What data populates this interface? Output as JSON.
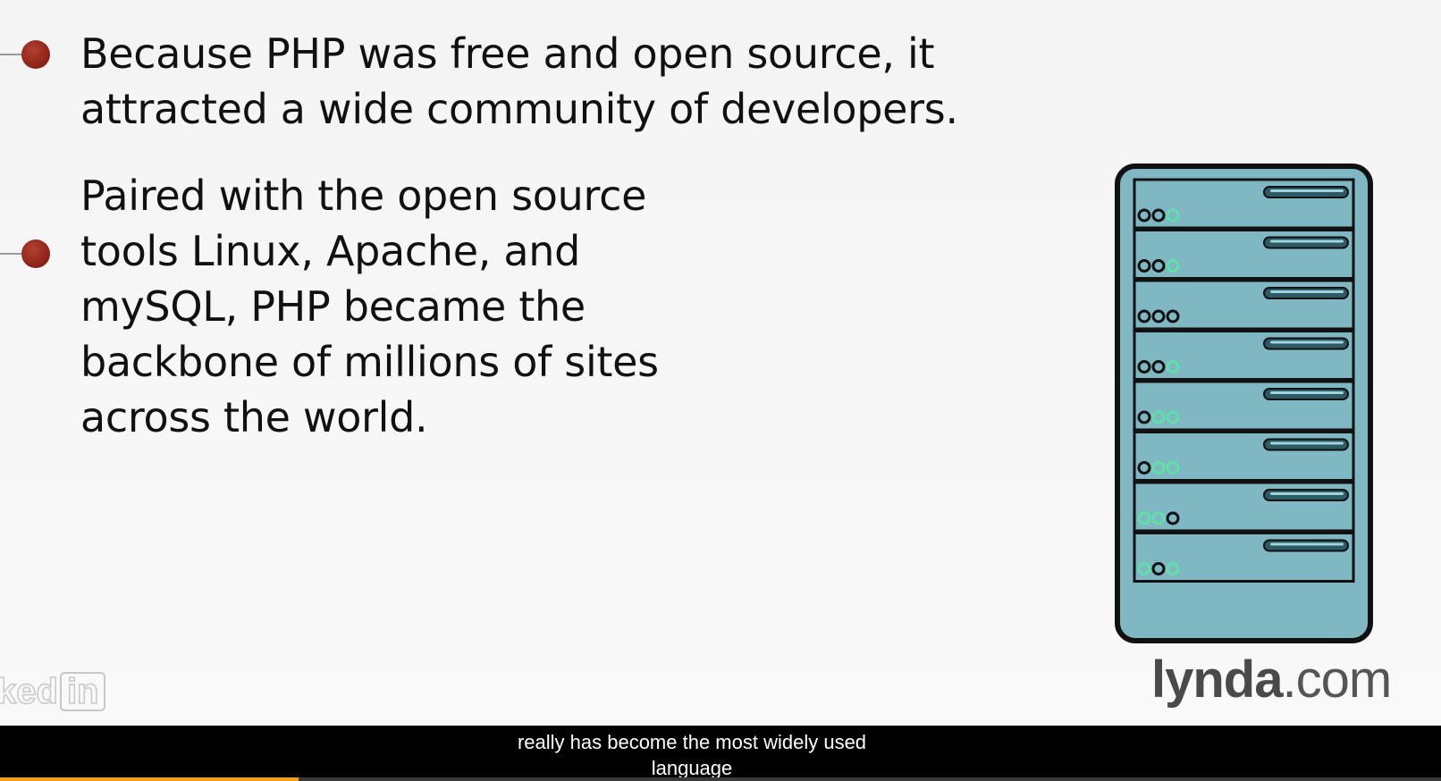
{
  "slide": {
    "bullets": [
      {
        "text": "Because PHP was free and open source, it attracted a wide community of developers."
      },
      {
        "text": "Paired with the open source tools Linux, Apache, and mySQL, PHP became the backbone of millions of sites across the world."
      }
    ]
  },
  "branding": {
    "logo_strong": "lynda",
    "logo_light": ".com",
    "watermark_partial": "ked",
    "watermark_box": "in"
  },
  "player": {
    "caption_line1": "really has become the most widely used",
    "caption_line2": "language",
    "progress_fraction": 0.207
  },
  "colors": {
    "bullet": "#8a2016",
    "server_body": "#7fb7c3",
    "caption_bg": "#000000",
    "progress": "#f0a21b"
  },
  "icons": {
    "bullet": "bullet-dot-icon",
    "server": "server-rack-illustration",
    "watermark": "linkedin-watermark-logo"
  }
}
